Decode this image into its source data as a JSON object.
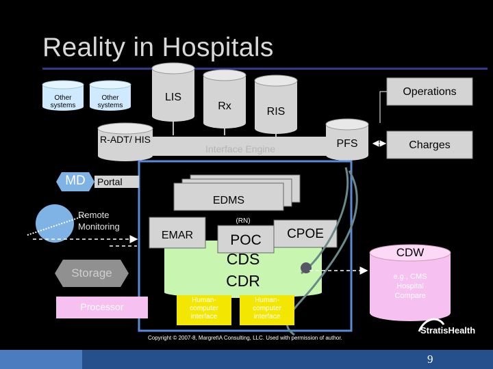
{
  "title": "Reality in Hospitals",
  "labels": {
    "other1": "Other systems",
    "other2": "Other systems",
    "lis": "LIS",
    "rx": "Rx",
    "ris": "RIS",
    "operations": "Operations",
    "radt": "R-ADT/ HIS",
    "interface_engine": "Interface Engine",
    "pfs": "PFS",
    "charges": "Charges",
    "md": "MD",
    "portal": "Portal",
    "edms": "EDMS",
    "remote_monitoring": "Remote Monitoring",
    "rn": "(RN)",
    "emar": "EMAR",
    "poc": "POC",
    "cpoe": "CPOE",
    "cds": "CDS",
    "cdr": "CDR",
    "cdw": "CDW",
    "cdw_sub": "e.g., CMS Hospital Compare",
    "storage": "Storage",
    "processor": "Processor",
    "hci1": "Human-computer interface",
    "hci2": "Human-computer interface",
    "brand": "StratisHealth"
  },
  "copyright": "Copyright © 2007-8, Margret\\A Consulting, LLC. Used with permission of author.",
  "page_number": "9",
  "colors": {
    "cylinder": "#d4d4d4",
    "green": "#c8f5b0",
    "pink": "#f6c0f0",
    "yellow": "#f3e600",
    "footer": "#26508c",
    "rule": "#2e3a8c"
  }
}
